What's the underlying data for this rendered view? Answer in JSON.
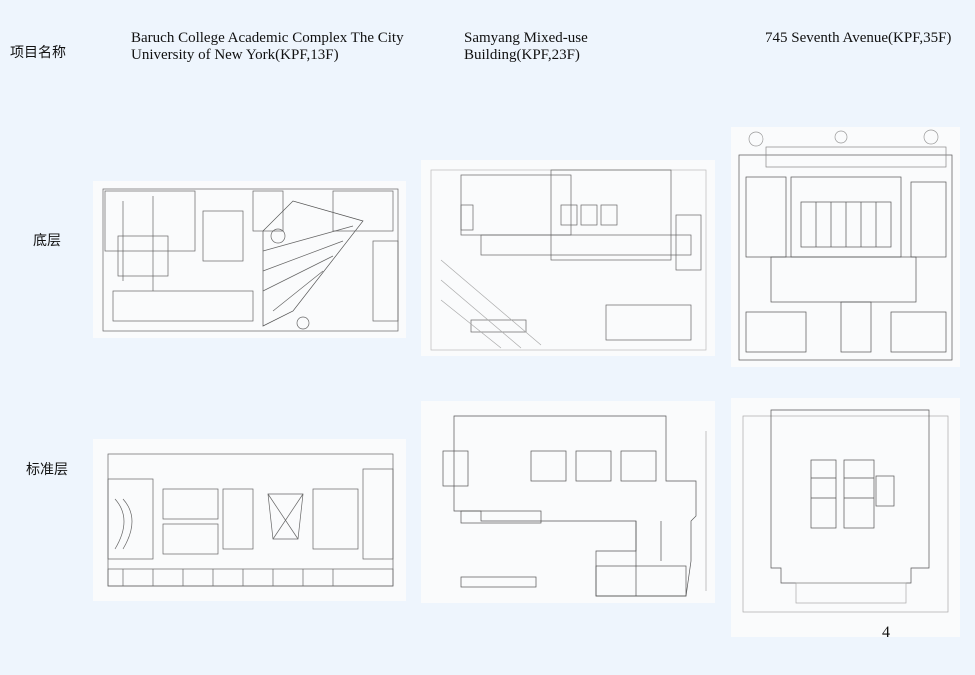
{
  "headers": {
    "row_label": "项目名称",
    "col1": "Baruch College Academic Complex The City University of New York(KPF,13F)",
    "col2": "Samyang Mixed-use Building(KPF,23F)",
    "col3": "745 Seventh Avenue(KPF,35F)"
  },
  "rows": {
    "ground": "底层",
    "typical": "标准层"
  },
  "page_number": "4"
}
